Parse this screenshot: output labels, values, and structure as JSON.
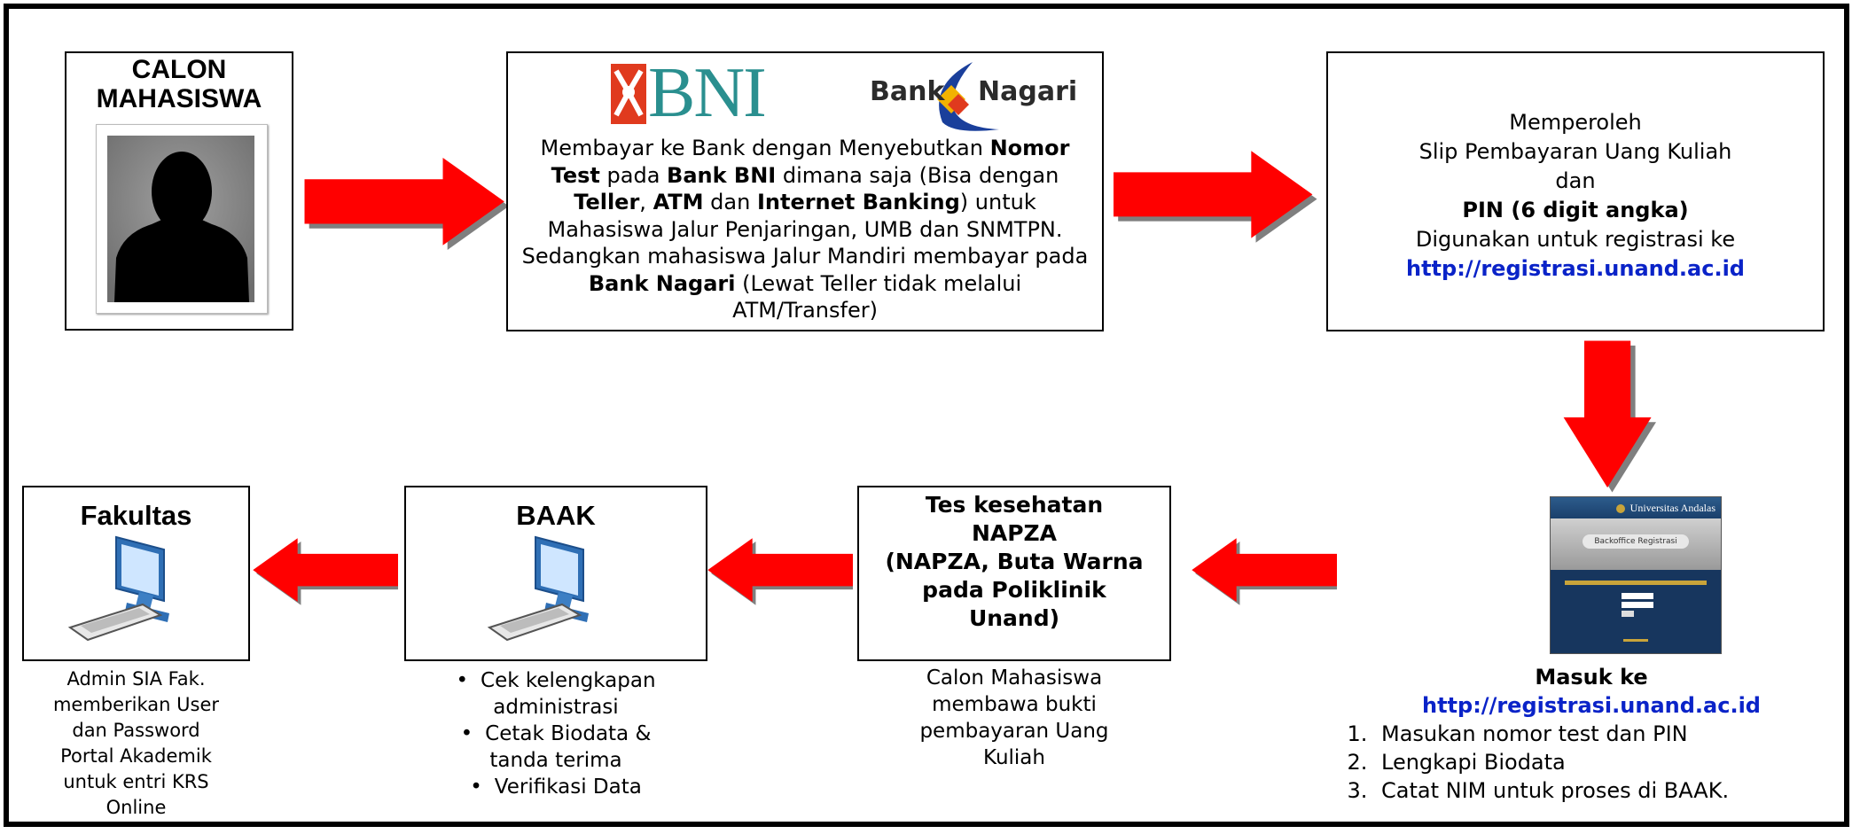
{
  "calon": {
    "title_line1": "CALON",
    "title_line2": "MAHASISWA"
  },
  "bank": {
    "logo_bni_text": "BNI",
    "logo_nagari_text_1": "Bank",
    "logo_nagari_text_2": "Nagari",
    "text": [
      {
        "t": "Membayar ke Bank dengan Menyebutkan",
        "b": false
      },
      {
        "t": " ",
        "b": false
      },
      {
        "t": "Nomor Test",
        "b": true
      },
      {
        "t": " pada ",
        "b": false
      },
      {
        "t": "Bank BNI",
        "b": true
      },
      {
        "t": " dimana saja (Bisa dengan ",
        "b": false
      },
      {
        "t": "Teller",
        "b": true
      },
      {
        "t": ", ",
        "b": false
      },
      {
        "t": "ATM",
        "b": true
      },
      {
        "t": " dan ",
        "b": false
      },
      {
        "t": "Internet Banking",
        "b": true
      },
      {
        "t": ") untuk Mahasiswa Jalur Penjaringan, UMB dan SNMTPN. Sedangkan mahasiswa Jalur Mandiri membayar pada  ",
        "b": false
      },
      {
        "t": "Bank Nagari",
        "b": true
      },
      {
        "t": " (Lewat Teller tidak melalui ATM/Transfer)",
        "b": false
      }
    ]
  },
  "slip": {
    "line1": "Memperoleh",
    "line2": "Slip Pembayaran Uang Kuliah",
    "line3": "dan",
    "line4": "PIN (6 digit angka)",
    "line5": "Digunakan untuk registrasi ke",
    "link": "http://registrasi.unand.ac.id"
  },
  "screenshot": {
    "header": "Universitas Andalas",
    "banner": "Backoffice Registrasi"
  },
  "masuk": {
    "title": "Masuk ke",
    "link": "http://registrasi.unand.ac.id",
    "steps": [
      "Masukan nomor test dan PIN",
      "Lengkapi Biodata",
      "Catat NIM untuk proses di BAAK."
    ]
  },
  "tes": {
    "title": [
      "Tes kesehatan",
      "NAPZA",
      "(NAPZA, Buta Warna",
      "pada Poliklinik",
      "Unand)"
    ],
    "caption": [
      "Calon Mahasiswa",
      "membawa bukti",
      "pembayaran Uang",
      "Kuliah"
    ]
  },
  "baak": {
    "title": "BAAK",
    "items": [
      [
        "Cek kelengkapan",
        "administrasi"
      ],
      [
        "Cetak Biodata &",
        "tanda terima"
      ],
      [
        "Verifikasi Data"
      ]
    ]
  },
  "fakultas": {
    "title": "Fakultas",
    "caption": [
      "Admin SIA Fak.",
      "memberikan User",
      "dan Password",
      "Portal Akademik",
      "untuk entri KRS",
      "Online"
    ]
  },
  "colors": {
    "arrow": "#ff0000",
    "arrow_shadow": "#7f7f7f",
    "link": "#0a23c8"
  }
}
